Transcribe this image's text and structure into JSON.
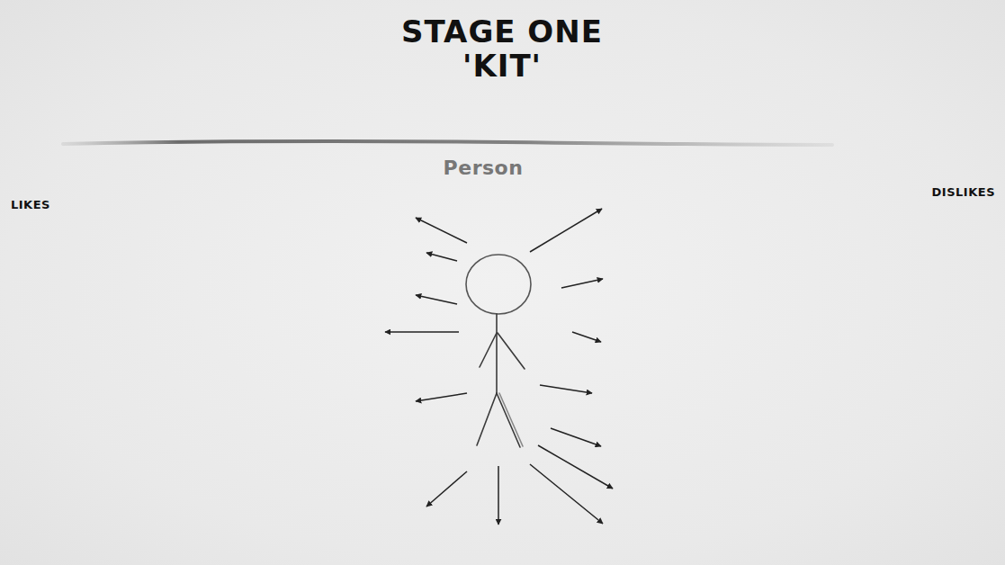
{
  "diagram": {
    "title": "STAGE ONE 'KIT'",
    "labels": [
      "Person",
      "LIKES",
      "DISLIKES"
    ]
  }
}
